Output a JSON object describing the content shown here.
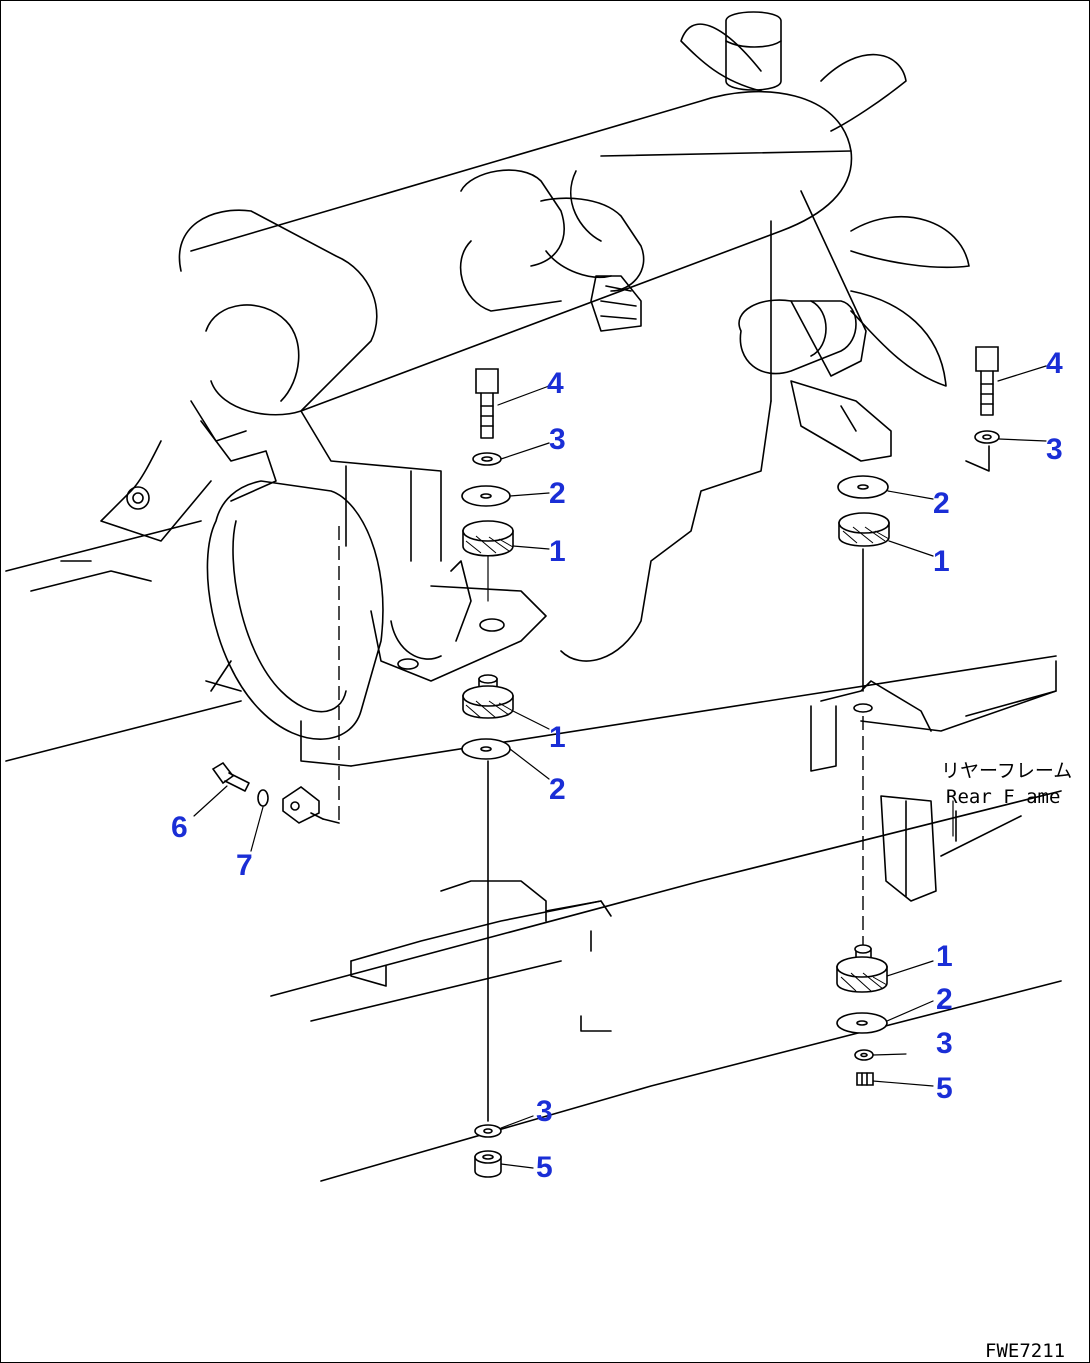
{
  "callouts": {
    "c1": "1",
    "c2": "2",
    "c3": "3",
    "c4": "4",
    "c5": "1",
    "c6": "2",
    "c7": "3",
    "c8": "4",
    "c9": "1",
    "c10": "2",
    "c11": "6",
    "c12": "7",
    "c13": "1",
    "c14": "2",
    "c15": "3",
    "c16": "5",
    "c17": "3",
    "c18": "5"
  },
  "frame_label": {
    "line1": "リヤーフレーム",
    "line2": "Rear F ame"
  },
  "figure_code": "FWE7211",
  "colors": {
    "callout": "#1a2ed6",
    "line": "#000000",
    "background": "#ffffff"
  }
}
